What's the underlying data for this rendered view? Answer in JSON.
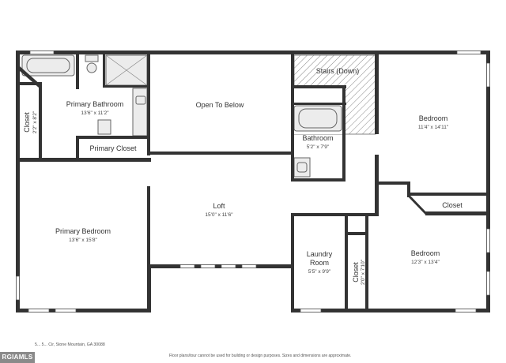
{
  "rooms": {
    "primary_bathroom": {
      "name": "Primary Bathroom",
      "dims": "13'6\" x 11'2\""
    },
    "closet_left": {
      "name": "Closet",
      "dims": "2'2\" x 8'2\""
    },
    "primary_closet": {
      "name": "Primary Closet"
    },
    "open_to_below": {
      "name": "Open To Below"
    },
    "stairs": {
      "name": "Stairs (Down)"
    },
    "bathroom": {
      "name": "Bathroom",
      "dims": "5'2\" x 7'9\""
    },
    "bedroom_1": {
      "name": "Bedroom",
      "dims": "11'4\" x 14'11\""
    },
    "closet_right": {
      "name": "Closet"
    },
    "loft": {
      "name": "Loft",
      "dims": "15'0\" x 11'6\""
    },
    "primary_bedroom": {
      "name": "Primary Bedroom",
      "dims": "13'6\" x 15'8\""
    },
    "laundry": {
      "name": "Laundry Room",
      "name_line1": "Laundry",
      "name_line2": "Room",
      "dims": "5'5\" x 9'9\""
    },
    "closet_small": {
      "name": "Closet",
      "dims": "2'0\" x 7'10\""
    },
    "bedroom_2": {
      "name": "Bedroom",
      "dims": "12'3\" x 13'4\""
    }
  },
  "footer": {
    "address": "5... 5... Cir, Stone Mountain, GA 30088",
    "disclaimer": "Floor plans/tour cannot be used for building or design purposes. Sizes and dimensions are approximate.",
    "logo_text": "RGIAMLS"
  }
}
